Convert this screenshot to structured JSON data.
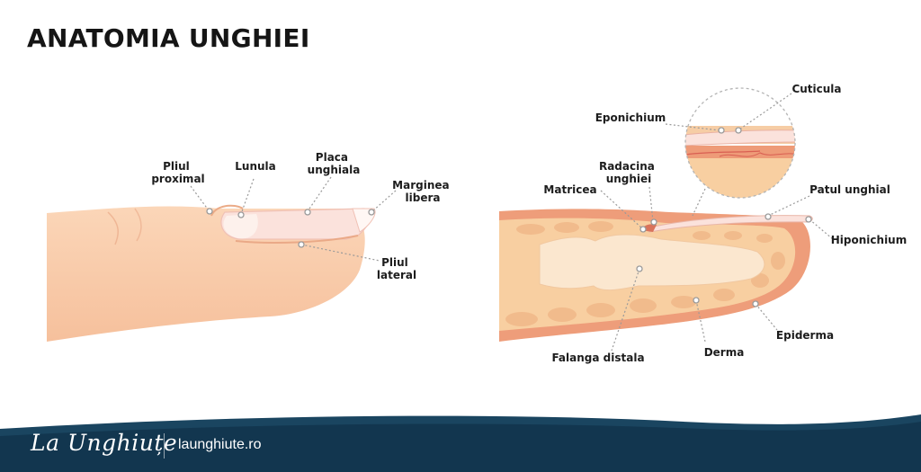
{
  "title": "ANATOMIA UNGHIEI",
  "labels": {
    "pliul_proximal": [
      "Pliul",
      "proximal"
    ],
    "lunula": "Lunula",
    "placa_unghiala": [
      "Placa",
      "unghiala"
    ],
    "marginea_libera": [
      "Marginea",
      "libera"
    ],
    "pliul_lateral": [
      "Pliul",
      "lateral"
    ],
    "eponichium": "Eponichium",
    "cuticula": "Cuticula",
    "radacina_unghiei": [
      "Radacina",
      "unghiei"
    ],
    "matricea": "Matricea",
    "patul_unghial": "Patul unghial",
    "hiponichium": "Hiponichium",
    "falanga_distala": "Falanga distala",
    "derma": "Derma",
    "epiderma": "Epiderma"
  },
  "footer": {
    "brand": "La Unghiuțe",
    "website": "launghiute.ro"
  },
  "colors": {
    "skin": "#f8cba8",
    "skin_dark": "#f0a886",
    "nail": "#fce4de",
    "footer_bg": "#12364f"
  }
}
